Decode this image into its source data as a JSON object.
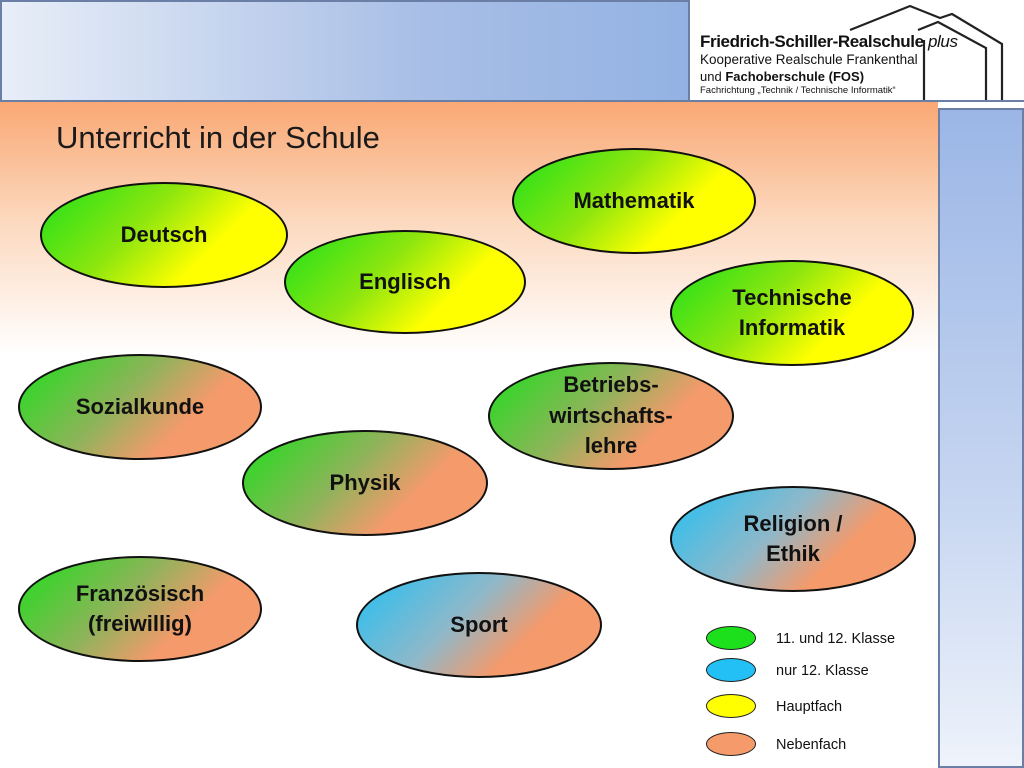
{
  "header": {
    "school_name_bold": "Friedrich-Schiller-Realschule",
    "school_name_plus": "plus",
    "line2": "Kooperative Realschule Frankenthal",
    "line3_prefix": "und",
    "line3_bold": "Fachoberschule (FOS)",
    "line4": "Fachrichtung „Technik / Technische Informatik“"
  },
  "page": {
    "title": "Unterricht in der Schule"
  },
  "subjects": [
    {
      "key": "deutsch",
      "lines": [
        "Deutsch"
      ],
      "category": "11. und 12. Klasse / Hauptfach"
    },
    {
      "key": "englisch",
      "lines": [
        "Englisch"
      ],
      "category": "11. und 12. Klasse / Hauptfach"
    },
    {
      "key": "mathematik",
      "lines": [
        "Mathematik"
      ],
      "category": "11. und 12. Klasse / Hauptfach"
    },
    {
      "key": "technische-informatik",
      "lines": [
        "Technische",
        "Informatik"
      ],
      "category": "11. und 12. Klasse / Hauptfach"
    },
    {
      "key": "sozialkunde",
      "lines": [
        "Sozialkunde"
      ],
      "category": "11. und 12. Klasse / Nebenfach"
    },
    {
      "key": "betriebswirtschaftslehre",
      "lines": [
        "Betriebs-",
        "wirtschafts-",
        "lehre"
      ],
      "category": "11. und 12. Klasse / Nebenfach"
    },
    {
      "key": "physik",
      "lines": [
        "Physik"
      ],
      "category": "11. und 12. Klasse / Nebenfach"
    },
    {
      "key": "religion-ethik",
      "lines": [
        "Religion /",
        "Ethik"
      ],
      "category": "nur 12. Klasse / Nebenfach"
    },
    {
      "key": "franzoesisch",
      "lines": [
        "Französisch",
        "(freiwillig)"
      ],
      "category": "11. und 12. Klasse / Nebenfach"
    },
    {
      "key": "sport",
      "lines": [
        "Sport"
      ],
      "category": "nur 12. Klasse / Nebenfach"
    }
  ],
  "legend": [
    {
      "label": "11. und 12. Klasse",
      "color": "#1be01b"
    },
    {
      "label": "nur 12. Klasse",
      "color": "#22c0f4"
    },
    {
      "label": "Hauptfach",
      "color": "#ffff00"
    },
    {
      "label": "Nebenfach",
      "color": "#f49a6b"
    }
  ]
}
